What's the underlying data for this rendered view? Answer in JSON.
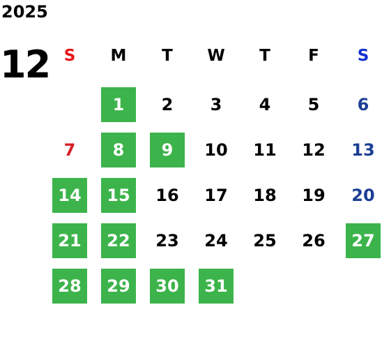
{
  "calendar": {
    "year": "2025",
    "month": "12",
    "weekdays": [
      "S",
      "M",
      "T",
      "W",
      "T",
      "F",
      "S"
    ],
    "colors": {
      "highlight_bg": "#3cb44b",
      "highlight_text": "#ffffff",
      "sunday_header": "#e8141b",
      "saturday_header": "#1430d2",
      "sunday_day": "#d42027",
      "saturday_day": "#1c3f94",
      "weekday": "#000000"
    },
    "weeks": [
      [
        null,
        {
          "day": "1",
          "highlighted": true
        },
        {
          "day": "2",
          "highlighted": false
        },
        {
          "day": "3",
          "highlighted": false
        },
        {
          "day": "4",
          "highlighted": false
        },
        {
          "day": "5",
          "highlighted": false
        },
        {
          "day": "6",
          "highlighted": false
        }
      ],
      [
        {
          "day": "7",
          "highlighted": false
        },
        {
          "day": "8",
          "highlighted": true
        },
        {
          "day": "9",
          "highlighted": true
        },
        {
          "day": "10",
          "highlighted": false
        },
        {
          "day": "11",
          "highlighted": false
        },
        {
          "day": "12",
          "highlighted": false
        },
        {
          "day": "13",
          "highlighted": false
        }
      ],
      [
        {
          "day": "14",
          "highlighted": true
        },
        {
          "day": "15",
          "highlighted": true
        },
        {
          "day": "16",
          "highlighted": false
        },
        {
          "day": "17",
          "highlighted": false
        },
        {
          "day": "18",
          "highlighted": false
        },
        {
          "day": "19",
          "highlighted": false
        },
        {
          "day": "20",
          "highlighted": false
        }
      ],
      [
        {
          "day": "21",
          "highlighted": true
        },
        {
          "day": "22",
          "highlighted": true
        },
        {
          "day": "23",
          "highlighted": false
        },
        {
          "day": "24",
          "highlighted": false
        },
        {
          "day": "25",
          "highlighted": false
        },
        {
          "day": "26",
          "highlighted": false
        },
        {
          "day": "27",
          "highlighted": true
        }
      ],
      [
        {
          "day": "28",
          "highlighted": true
        },
        {
          "day": "29",
          "highlighted": true
        },
        {
          "day": "30",
          "highlighted": true
        },
        {
          "day": "31",
          "highlighted": true
        },
        null,
        null,
        null
      ]
    ]
  }
}
